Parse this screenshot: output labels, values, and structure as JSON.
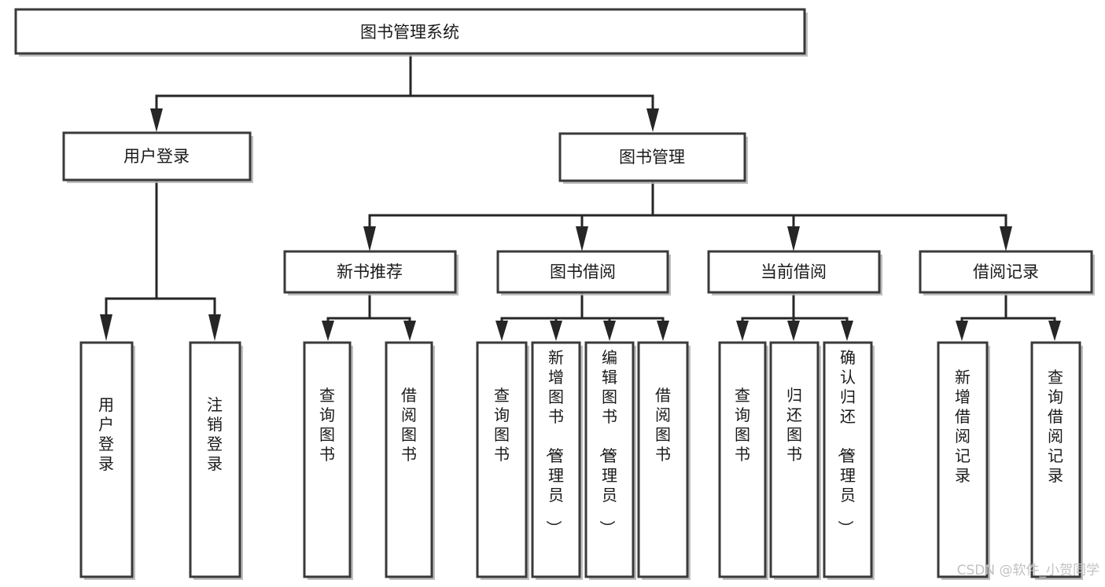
{
  "diagram": {
    "title": "图书管理系统",
    "type": "tree-hierarchy-diagram",
    "orientation": "top-down",
    "colors": {
      "box_fill": "#ffffff",
      "box_stroke": "#3a3a3a",
      "connector": "#262626",
      "text": "#1a1a1a",
      "watermark": "#c2c2c2",
      "background": "#ffffff"
    },
    "root": {
      "label": "图书管理系统",
      "text_orientation": "horizontal"
    },
    "level2": [
      {
        "label": "用户登录",
        "text_orientation": "horizontal"
      },
      {
        "label": "图书管理",
        "text_orientation": "horizontal"
      }
    ],
    "level3": [
      {
        "label": "新书推荐",
        "text_orientation": "horizontal",
        "parent": "图书管理"
      },
      {
        "label": "图书借阅",
        "text_orientation": "horizontal",
        "parent": "图书管理"
      },
      {
        "label": "当前借阅",
        "text_orientation": "horizontal",
        "parent": "图书管理"
      },
      {
        "label": "借阅记录",
        "text_orientation": "horizontal",
        "parent": "图书管理"
      }
    ],
    "leaves": {
      "user_login": [
        {
          "label": "用户登录",
          "text_orientation": "vertical"
        },
        {
          "label": "注销登录",
          "text_orientation": "vertical"
        }
      ],
      "new_book_recommend": [
        {
          "label": "查询图书",
          "text_orientation": "vertical"
        },
        {
          "label": "借阅图书",
          "text_orientation": "vertical"
        }
      ],
      "book_borrow": [
        {
          "label": "查询图书",
          "text_orientation": "vertical"
        },
        {
          "label": "新增图书（管理员）",
          "text_orientation": "vertical"
        },
        {
          "label": "编辑图书（管理员）",
          "text_orientation": "vertical"
        },
        {
          "label": "借阅图书",
          "text_orientation": "vertical"
        }
      ],
      "current_borrow": [
        {
          "label": "查询图书",
          "text_orientation": "vertical"
        },
        {
          "label": "归还图书",
          "text_orientation": "vertical"
        },
        {
          "label": "确认归还（管理员）",
          "text_orientation": "vertical"
        }
      ],
      "borrow_record": [
        {
          "label": "新增借阅记录",
          "text_orientation": "vertical"
        },
        {
          "label": "查询借阅记录",
          "text_orientation": "vertical"
        }
      ]
    }
  },
  "watermark": {
    "text": "CSDN @软件_小贺同学"
  }
}
